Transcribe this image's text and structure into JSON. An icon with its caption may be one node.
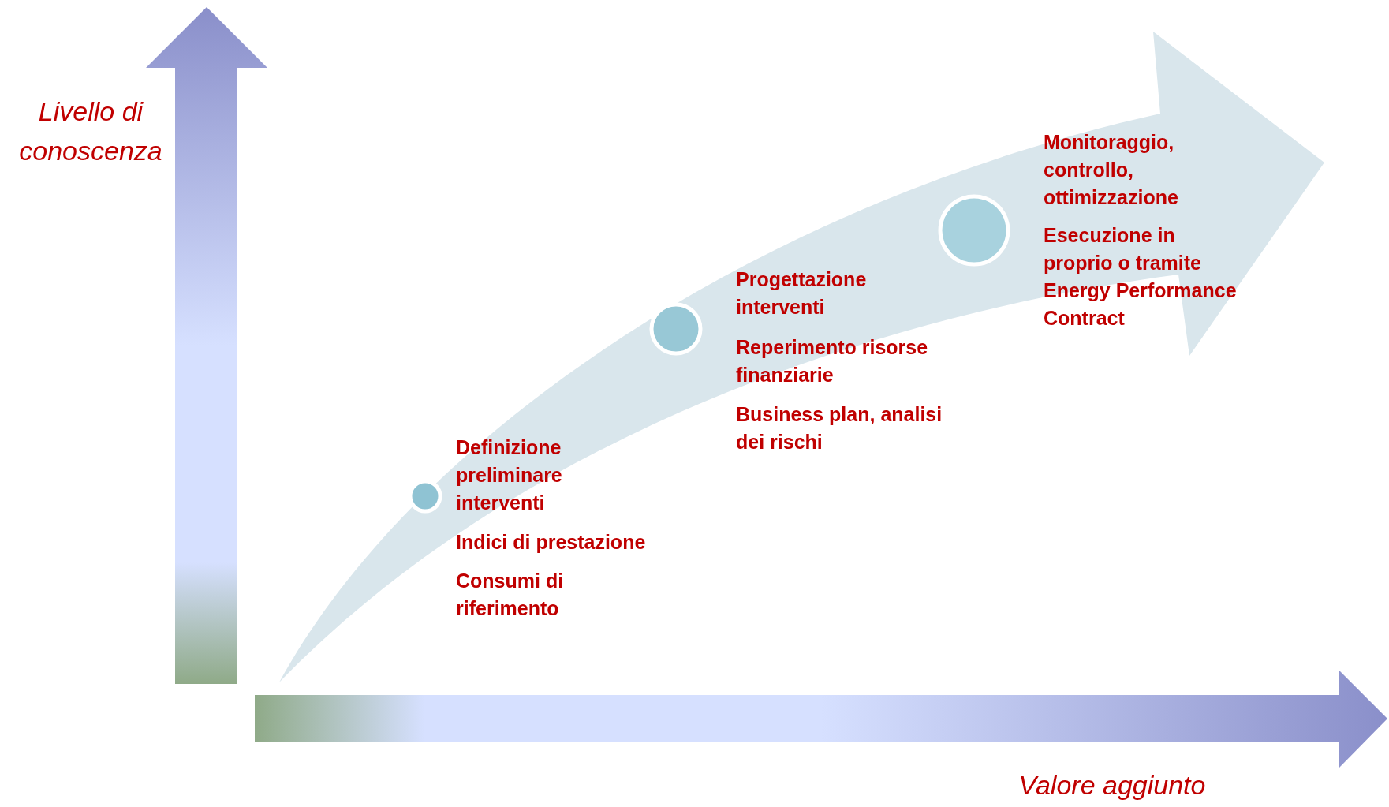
{
  "diagram": {
    "nodes": [
      {
        "text": [],
        "shape": "circle",
        "beside": [
          "Definizione preliminare interventi",
          "Indici di prestazione",
          "Consumi di riferimento"
        ]
      },
      {
        "text": [],
        "shape": "circle",
        "beside": [
          "Progettazione interventi",
          "Reperimento risorse finanziarie",
          "Business plan, analisi dei rischi"
        ]
      },
      {
        "text": [],
        "shape": "circle",
        "beside": [
          "Monitoraggio, controllo, ottimizzazione",
          "Esecuzione in proprio o tramite Energy Performance Contract"
        ]
      }
    ],
    "edges": [],
    "labels": [
      "Livello di conoscenza",
      "Valore aggiunto"
    ]
  }
}
